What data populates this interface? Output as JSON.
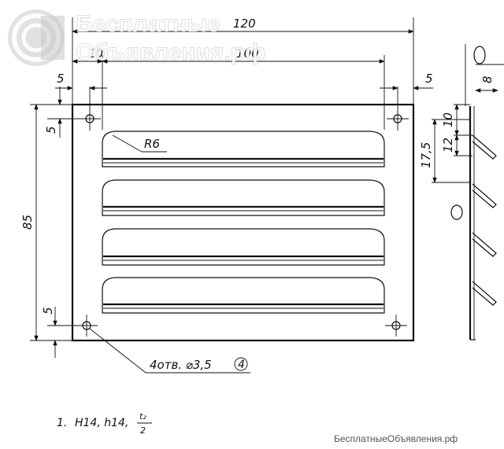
{
  "watermark": {
    "line1": "Бесплатные",
    "line2": "Объявления.рф",
    "footer": "БесплатныеОбъявления.рф"
  },
  "dimensions": {
    "overall_width": "120",
    "inner_width": "100",
    "left_offset": "10",
    "left_margin": "5",
    "right_margin": "5",
    "top_margin": "5",
    "height": "85",
    "bottom_margin": "5",
    "radius": "R6",
    "side_depth": "8",
    "side_pitch": "10",
    "side_gap": "12",
    "side_spacing": "17,5"
  },
  "labels": {
    "holes": "4отв. ⌀3,5",
    "holes_ref": "4",
    "note_number": "1.",
    "note_text": "H14, h14,",
    "note_fraction_top": "t₂",
    "note_fraction_bottom": "2"
  }
}
